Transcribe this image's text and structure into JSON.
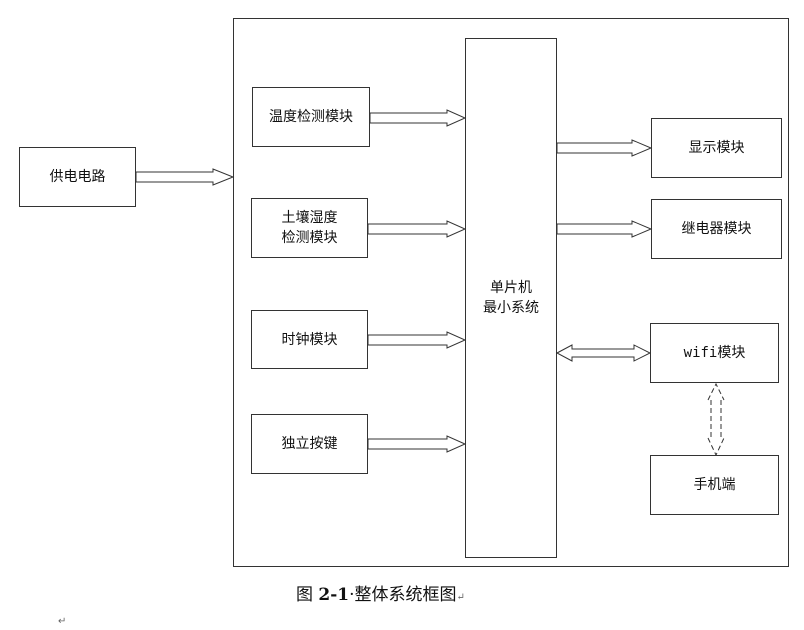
{
  "diagram": {
    "power": "供电电路",
    "temperature": "温度检测模块",
    "soil_line1": "土壤湿度",
    "soil_line2": "检测模块",
    "clock": "时钟模块",
    "keys": "独立按键",
    "mcu_line1": "单片机",
    "mcu_line2": "最小系统",
    "display": "显示模块",
    "relay": "继电器模块",
    "wifi": "wifi模块",
    "phone": "手机端"
  },
  "caption": {
    "prefix": "图 ",
    "number": "2-1",
    "dot": "·",
    "text": "整体系统框图"
  },
  "marks": {
    "return_mark": "↵"
  }
}
